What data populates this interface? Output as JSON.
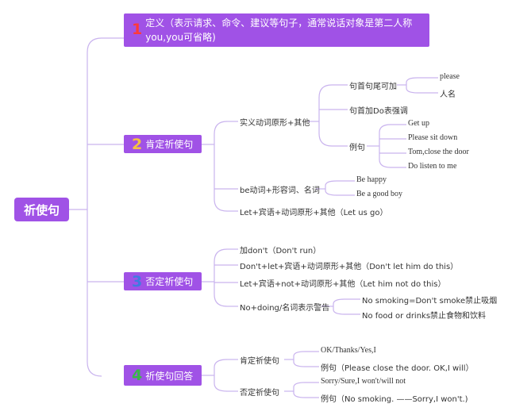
{
  "root": "祈使句",
  "colors": {
    "box": "#a052e6",
    "line": "#c9b3ee",
    "num1": "#ff3a3a",
    "num2": "#f5c242",
    "num3": "#3f7be0",
    "num4": "#3ab54a"
  },
  "b1": {
    "num": "1",
    "text": "定义（表示请求、命令、建议等句子，通常说话对象是第二人称you,you可省略)"
  },
  "b2": {
    "num": "2",
    "label": "肯定祈使句",
    "s1": {
      "label": "实义动词原形+其他",
      "a": {
        "label": "句首句尾可加",
        "i1": "please",
        "i2": "人名"
      },
      "b": {
        "label": "句首加Do表强调"
      },
      "c": {
        "label": "例句",
        "i1": "Get up",
        "i2": "Please sit down",
        "i3": "Tom,close the door",
        "i4": "Do listen to me"
      }
    },
    "s2": {
      "label": "be动词+形容词、名词",
      "i1": "Be happy",
      "i2": "Be a good boy"
    },
    "s3": {
      "label": "Let+宾语+动词原形+其他（Let us go）"
    }
  },
  "b3": {
    "num": "3",
    "label": "否定祈使句",
    "i1": "加don't（Don't run）",
    "i2": "Don't+let+宾语+动词原形+其他（Don't let him do this）",
    "i3": "Let+宾语+not+动词原形+其他（Let him not do this）",
    "i4": {
      "label": "No+doing/名词表示警告",
      "i1": "No smoking=Don't smoke禁止吸烟",
      "i2": "No food or drinks禁止食物和饮料"
    }
  },
  "b4": {
    "num": "4",
    "label": "祈使句回答",
    "s1": {
      "label": "肯定祈使句",
      "i1": "OK/Thanks/Yes,I",
      "i2": "例句（Please close the door. OK,I will）"
    },
    "s2": {
      "label": "否定祈使句",
      "i1": "Sorry/Sure,I won't/will not",
      "i2": "例句（No smoking.   ——Sorry,I won't.)"
    }
  }
}
